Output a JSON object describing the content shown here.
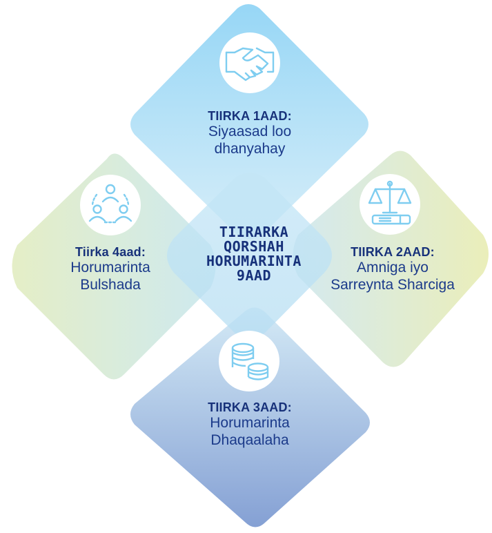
{
  "center": {
    "line1": "TIIRARKA",
    "line2": "QORSHAH",
    "line3": "HORUMARINTA",
    "line4": "9AAD"
  },
  "pillars": {
    "top": {
      "title": "TIIRKA 1AAD:",
      "line1": "Siyaasad loo",
      "line2": "dhanyahay",
      "icon": "handshake-icon"
    },
    "right": {
      "title": "TIIRKA 2AAD:",
      "line1": "Amniga iyo",
      "line2": "Sarreynta Sharciga",
      "icon": "scales-of-justice-icon"
    },
    "bottom": {
      "title": "TIIRKA 3AAD:",
      "line1": "Horumarinta",
      "line2": "Dhaqaalaha",
      "icon": "coin-stack-icon"
    },
    "left": {
      "title": "Tiirka 4aad:",
      "line1": "Horumarinta",
      "line2": "Bulshada",
      "icon": "community-people-icon"
    }
  },
  "colors": {
    "text": "#17317a",
    "top": "#8fd0f3",
    "right": "#d8e7a8",
    "bottom": "#7f9fd6",
    "left": "#c8e4c8",
    "icon_stroke": "#7ecdf0"
  }
}
